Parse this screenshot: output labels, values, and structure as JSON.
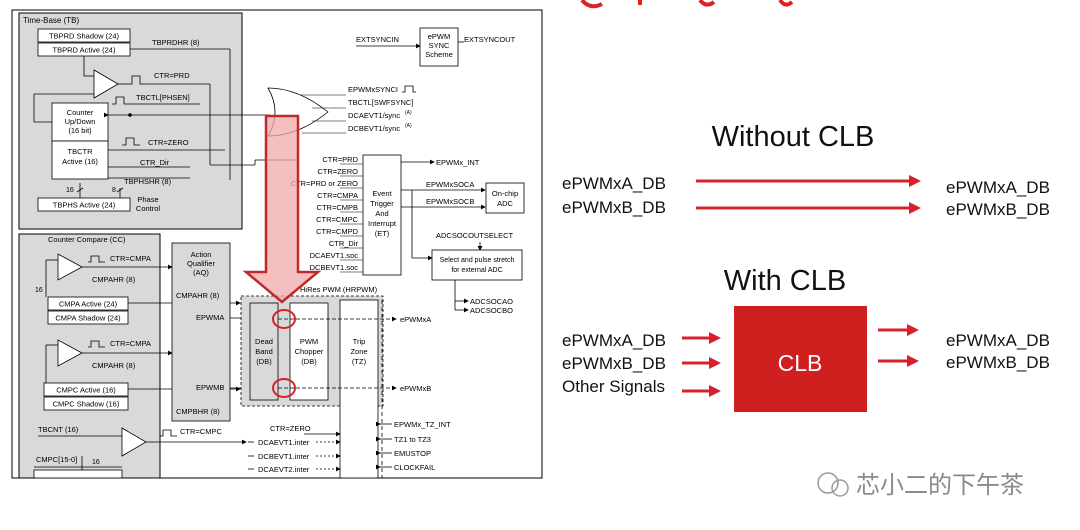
{
  "top_title_fragment": "...g ... g...p...",
  "tb": {
    "title": "Time-Base (TB)",
    "tbprd_shadow": "TBPRD Shadow (24)",
    "tbprd_active": "TBPRD Active (24)",
    "tbprdhr": "TBPRDHR (8)",
    "ctr_prd": "CTR=PRD",
    "tbctl_phsen": "TBCTL[PHSEN]",
    "counter_l1": "Counter",
    "counter_l2": "Up/Down",
    "counter_l3": "(16 bit)",
    "ctr_zero": "CTR=ZERO",
    "tbctr_l1": "TBCTR",
    "tbctr_l2": "Active (16)",
    "ctr_dir": "CTR_Dir",
    "tbphshr": "TBPHSHR (8)",
    "bus16": "16",
    "bus8": "8",
    "tbphs_active": "TBPHS Active (24)",
    "phase_l1": "Phase",
    "phase_l2": "Control"
  },
  "sync": {
    "extsyncin": "EXTSYNCIN",
    "extsyncout": "EXTSYNCOUT",
    "scheme_l1": "ePWM",
    "scheme_l2": "SYNC",
    "scheme_l3": "Scheme",
    "epwmxsynci": "EPWMxSYNCI",
    "tbctl_swfsync": "TBCTL[SWFSYNC]",
    "dcaevt1_sync": "DCAEVT1/sync",
    "dcbevt1_sync": "DCBEVT1/sync",
    "sup": "(A)"
  },
  "et": {
    "inputs": [
      "CTR=PRD",
      "CTR=ZERO",
      "CTR=PRD or ZERO",
      "CTR=CMPA",
      "CTR=CMPB",
      "CTR=CMPC",
      "CTR=CMPD",
      "CTR_Dir",
      "DCAEVT1.soc",
      "DCBEVT1.soc"
    ],
    "l1": "Event",
    "l2": "Trigger",
    "l3": "And",
    "l4": "Interrupt",
    "l5": "(ET)",
    "epwmx_int": "EPWMx_INT",
    "epwmxsoca": "EPWMxSOCA",
    "epwmxsocb": "EPWMxSOCB",
    "adc_l1": "On-chip",
    "adc_l2": "ADC",
    "adcsocoutselect": "ADCSOCOUTSELECT",
    "pulse_l1": "Select and pulse stretch",
    "pulse_l2": "for external ADC",
    "adcsocao": "ADCSOCAO",
    "adcsocbo": "ADCSOCBO"
  },
  "cc": {
    "title": "Counter Compare (CC)",
    "ctr_cmpa": "CTR=CMPA",
    "cmpahr": "CMPAHR (8)",
    "bus16": "16",
    "cmpa_active": "CMPA Active (24)",
    "cmpa_shadow": "CMPA Shadow (24)",
    "ctr_cmpa2": "CTR=CMPA",
    "cmpahr2": "CMPAHR (8)",
    "cmpc_active": "CMPC Active (16)",
    "cmpc_shadow": "CMPC Shadow (16)",
    "tbcnt": "TBCNT (16)",
    "ctr_cmpc": "CTR=CMPC",
    "cmpc_bits": "CMPC[15-0]",
    "bus16b": "16"
  },
  "aq": {
    "l1": "Action",
    "l2": "Qualifier",
    "l3": "(AQ)",
    "cmpahr": "CMPAHR (8)",
    "epwma": "EPWMA",
    "epwmb": "EPWMB",
    "cmpbhr": "CMPBHR (8)"
  },
  "hr": {
    "title": "HiRes PWM (HRPWM)",
    "db_l1": "Dead",
    "db_l2": "Band",
    "db_l3": "(DB)",
    "pc_l1": "PWM",
    "pc_l2": "Chopper",
    "pc_l3": "(DB)",
    "tz_l1": "Trip",
    "tz_l2": "Zone",
    "tz_l3": "(TZ)",
    "epwmxa": "ePWMxA",
    "epwmxb": "ePWMxB"
  },
  "tz_inputs": {
    "int": "EPWMx_TZ_INT",
    "tz1": "TZ1 to TZ3",
    "emustop": "EMUSTOP",
    "clockfail": "CLOCKFAIL"
  },
  "dc_inputs": {
    "ctr_zero": "CTR=ZERO",
    "dcaevt1": "DCAEVT1.inter",
    "dcbevt1": "DCBEVT1.inter",
    "dcaevt2": "DCAEVT2.inter"
  },
  "right": {
    "without_title": "Without CLB",
    "with_title": "With CLB",
    "in_a": "ePWMxA_DB",
    "in_b": "ePWMxB_DB",
    "out_a": "ePWMxA_DB",
    "out_b": "ePWMxB_DB",
    "in_a2": "ePWMxA_DB",
    "in_b2": "ePWMxB_DB",
    "other": "Other Signals",
    "clb": "CLB",
    "out_a2": "ePWMxA_DB",
    "out_b2": "ePWMxB_DB"
  },
  "watermark": "芯小二的下午茶",
  "colors": {
    "arrow_red": "#d7202b",
    "clb_fill": "#cf1f1f",
    "block_gray": "#d9d9d9",
    "big_arrow_fill": "#f2a9a9",
    "big_arrow_stroke": "#c02a2a"
  }
}
